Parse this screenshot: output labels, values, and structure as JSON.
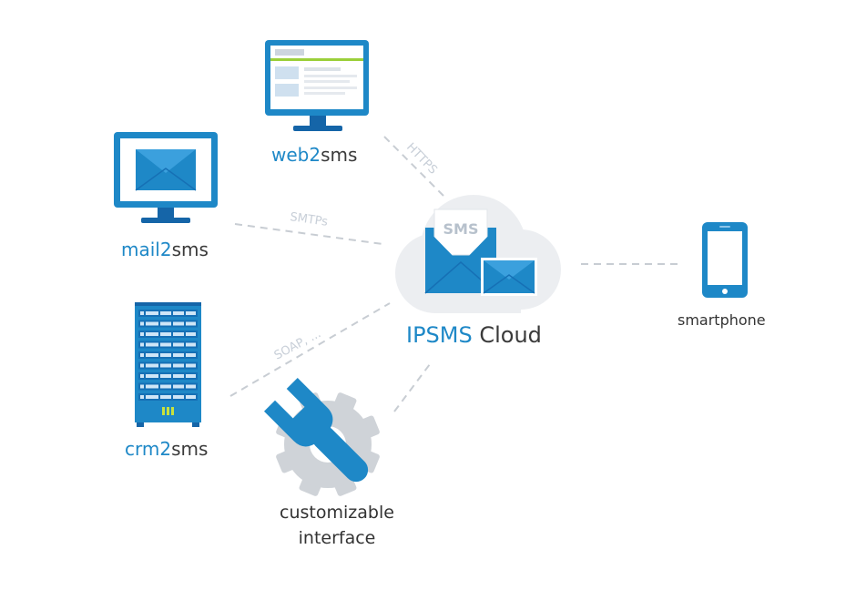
{
  "nodes": {
    "web": {
      "prefix": "web2",
      "suffix": "sms"
    },
    "mail": {
      "prefix": "mail2",
      "suffix": "sms"
    },
    "crm": {
      "prefix": "crm2",
      "suffix": "sms"
    },
    "cloud": {
      "prefix": "IPSMS",
      "suffix": " Cloud",
      "badge": "SMS"
    },
    "phone": {
      "label": "smartphone"
    },
    "custom": {
      "line1": "customizable",
      "line2": "interface"
    }
  },
  "protocols": {
    "https": "HTTPS",
    "smtps": "SMTPs",
    "soap": "SOAP, ..."
  },
  "colors": {
    "primary": "#1e88c7",
    "dark_blue": "#1565a8",
    "cloud": "#eceef1",
    "gear": "#cfd3d8",
    "connector": "#c8cdd3"
  }
}
